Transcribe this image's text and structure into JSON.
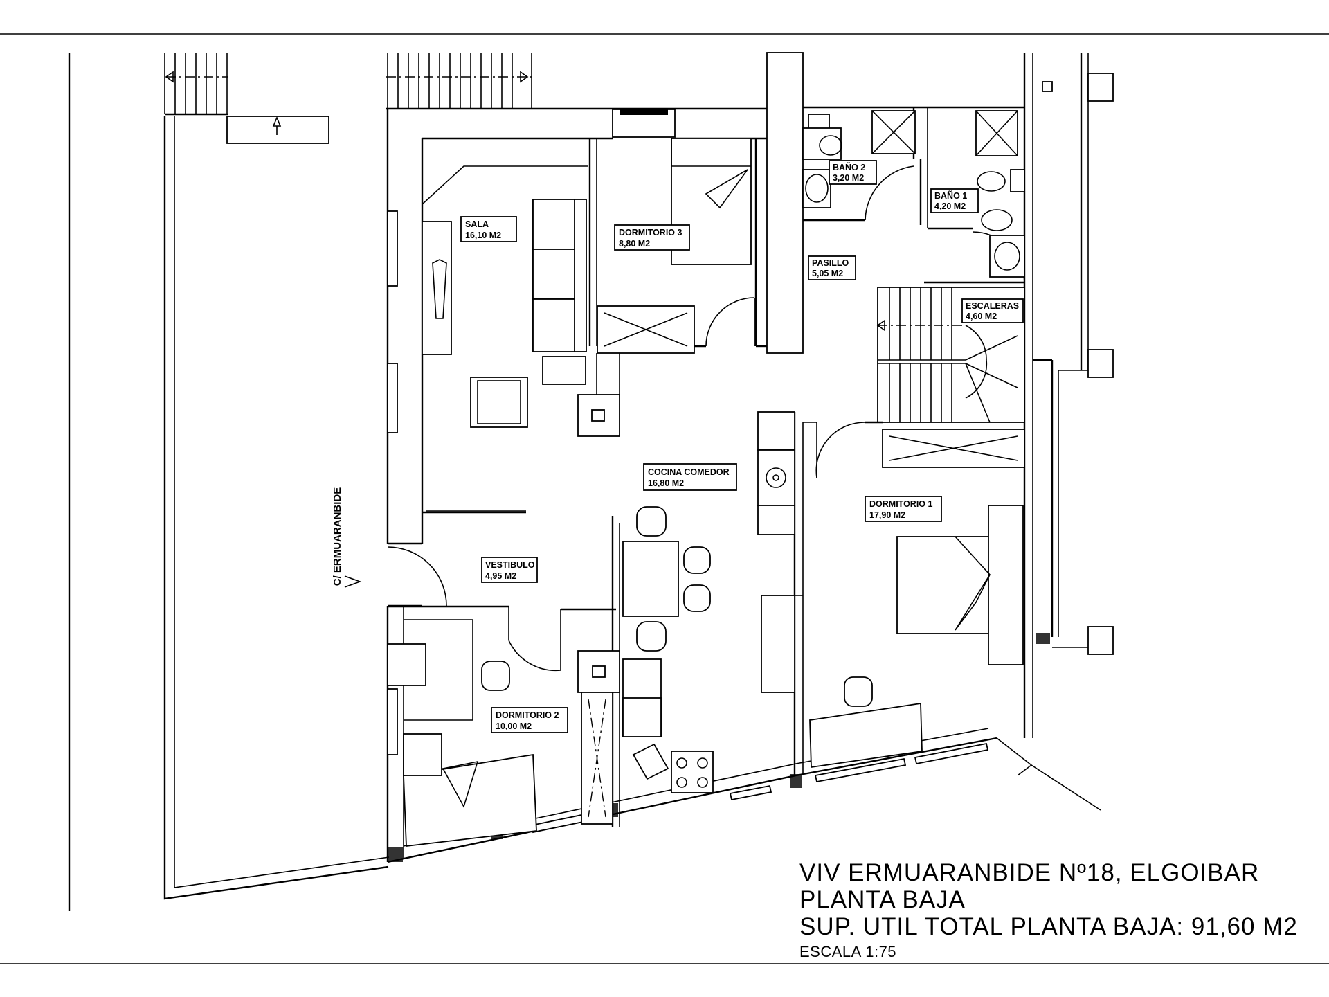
{
  "street": "C/ ERMUARANBIDE",
  "rooms": {
    "sala": {
      "name": "SALA",
      "area": "16,10 M2"
    },
    "dormitorio3": {
      "name": "DORMITORIO 3",
      "area": "8,80 M2"
    },
    "bano2": {
      "name": "BAÑO 2",
      "area": "3,20 M2"
    },
    "bano1": {
      "name": "BAÑO 1",
      "area": "4,20 M2"
    },
    "pasillo": {
      "name": "PASILLO",
      "area": "5,05 M2"
    },
    "escaleras": {
      "name": "ESCALERAS",
      "area": "4,60 M2"
    },
    "cocina": {
      "name": "COCINA COMEDOR",
      "area": "16,80 M2"
    },
    "dormitorio1": {
      "name": "DORMITORIO 1",
      "area": "17,90 M2"
    },
    "vestibulo": {
      "name": "VESTIBULO",
      "area": "4,95 M2"
    },
    "dormitorio2": {
      "name": "DORMITORIO 2",
      "area": "10,00 M2"
    }
  },
  "title_block": {
    "line1": "VIV ERMUARANBIDE Nº18, ELGOIBAR",
    "line2": "PLANTA BAJA",
    "line3": "SUP. UTIL TOTAL PLANTA BAJA: 91,60 M2",
    "line4": "ESCALA 1:75"
  }
}
